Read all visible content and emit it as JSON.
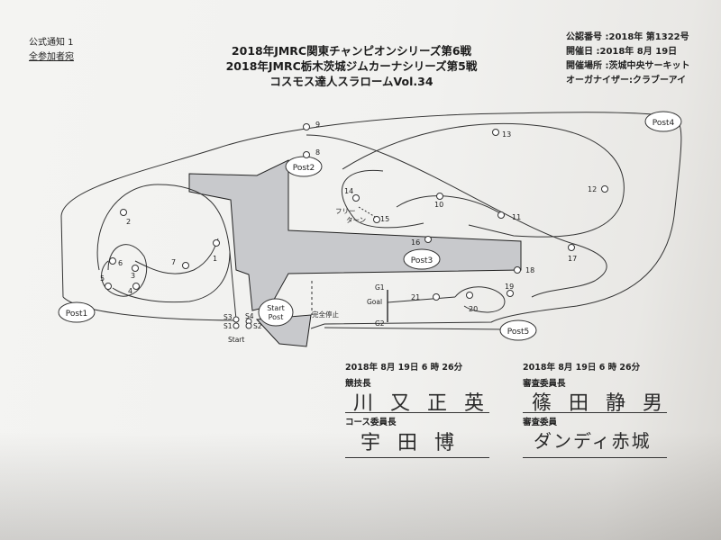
{
  "header_left": {
    "line1": "公式通知 1",
    "line2": "全参加者宛"
  },
  "title": {
    "line1": "2018年JMRC関東チャンピオンシリーズ第6戦",
    "line2": "2018年JMRC栃木茨城ジムカーナシリーズ第5戦",
    "line3": "コスモス達人スラロームVol.34"
  },
  "header_right": {
    "approval": "公認番号 :2018年 第1322号",
    "date": "開催日 :2018年 8月 19日",
    "venue": "開催場所 :茨城中央サーキット",
    "organizer": "オーガナイザー:クラブーアイ"
  },
  "map": {
    "posts": {
      "post1": "Post1",
      "post2": "Post2",
      "post3": "Post3",
      "post4": "Post4",
      "post5": "Post5",
      "start_post_1": "Start",
      "start_post_2": "Post"
    },
    "points": {
      "p1": "1",
      "p2": "2",
      "p3": "3",
      "p4": "4",
      "p5": "5",
      "p6": "6",
      "p7": "7",
      "p8": "8",
      "p9": "9",
      "p10": "10",
      "p11": "11",
      "p12": "12",
      "p13": "13",
      "p14": "14",
      "p15": "15",
      "p16": "16",
      "p17": "17",
      "p18": "18",
      "p19": "19",
      "p20": "20",
      "p21": "21"
    },
    "labels": {
      "free": "フリー",
      "turn": "ターン",
      "goal": "Goal",
      "g1": "G1",
      "g2": "G2",
      "s1": "S1",
      "s2": "S2",
      "s3": "S3",
      "s4": "S4",
      "start": "Start",
      "full_stop": "完全停止"
    }
  },
  "signatures": {
    "left_datetime": "2018年 8月 19日 6 時 26分",
    "right_datetime": "2018年 8月 19日 6 時 26分",
    "clerk_label": "競技長",
    "clerk_name": "川 又 正 英",
    "course_label": "コース委員長",
    "course_name": "宇 田 博",
    "steward_label": "審査委員長",
    "steward_name": "篠 田 静 男",
    "steward2_label": "審査委員",
    "steward2_name": "ダンディ赤城"
  }
}
